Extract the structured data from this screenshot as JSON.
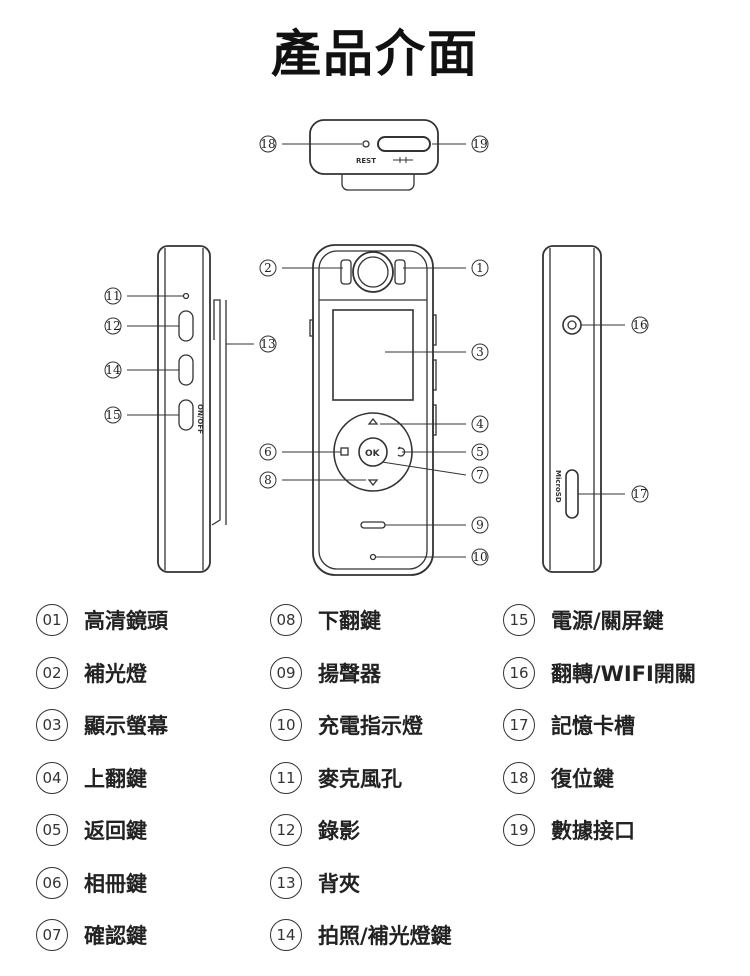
{
  "title": "產品介面",
  "top_view": {
    "rest_label": "REST"
  },
  "left_view": {
    "onoff_label": "ON/OFF"
  },
  "right_view": {
    "sd_label": "MicroSD"
  },
  "front_view": {
    "ok_label": "OK"
  },
  "callouts": [
    "1",
    "2",
    "3",
    "4",
    "5",
    "6",
    "7",
    "8",
    "9",
    "10",
    "11",
    "12",
    "13",
    "14",
    "15",
    "16",
    "17",
    "18",
    "19"
  ],
  "legend": [
    {
      "num": "01",
      "label": "高清鏡頭"
    },
    {
      "num": "02",
      "label": "補光燈"
    },
    {
      "num": "03",
      "label": "顯示螢幕"
    },
    {
      "num": "04",
      "label": "上翻鍵"
    },
    {
      "num": "05",
      "label": "返回鍵"
    },
    {
      "num": "06",
      "label": "相冊鍵"
    },
    {
      "num": "07",
      "label": "確認鍵"
    },
    {
      "num": "08",
      "label": "下翻鍵"
    },
    {
      "num": "09",
      "label": "揚聲器"
    },
    {
      "num": "10",
      "label": "充電指示燈"
    },
    {
      "num": "11",
      "label": "麥克風孔"
    },
    {
      "num": "12",
      "label": "錄影"
    },
    {
      "num": "13",
      "label": "背夾"
    },
    {
      "num": "14",
      "label": "拍照/補光燈鍵"
    },
    {
      "num": "15",
      "label": "電源/關屏鍵"
    },
    {
      "num": "16",
      "label": "翻轉/WIFI開關"
    },
    {
      "num": "17",
      "label": "記憶卡槽"
    },
    {
      "num": "18",
      "label": "復位鍵"
    },
    {
      "num": "19",
      "label": "數據接口"
    }
  ]
}
